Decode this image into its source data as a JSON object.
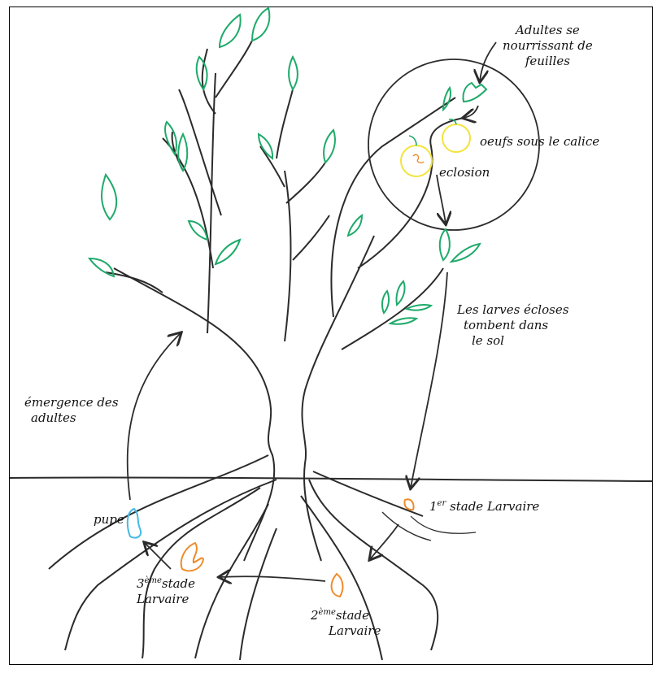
{
  "labels": {
    "adults_feeding": [
      "Adultes se",
      "nourrissant de",
      "feuilles"
    ],
    "eggs_under_calyx": "oeufs sous le calice",
    "hatching": "eclosion",
    "larvae_fall": [
      "Les larves écloses",
      "tombent dans",
      "le sol"
    ],
    "first_stage": {
      "number": "1",
      "sup": "er",
      "text": "stade Larvaire"
    },
    "second_stage": {
      "number": "2",
      "sup": "ème",
      "text": "stade",
      "text2": "Larvaire"
    },
    "third_stage": {
      "number": "3",
      "sup": "ème",
      "text": "stade",
      "text2": "Larvaire"
    },
    "pupa": "pupe",
    "adult_emergence": [
      "émergence des",
      "adultes"
    ]
  },
  "colors": {
    "ink": "#2b2b2b",
    "leaf": "#1faa6a",
    "apple": "#f2e33b",
    "larva": "#f08a2a",
    "pupa": "#45b9e6"
  }
}
